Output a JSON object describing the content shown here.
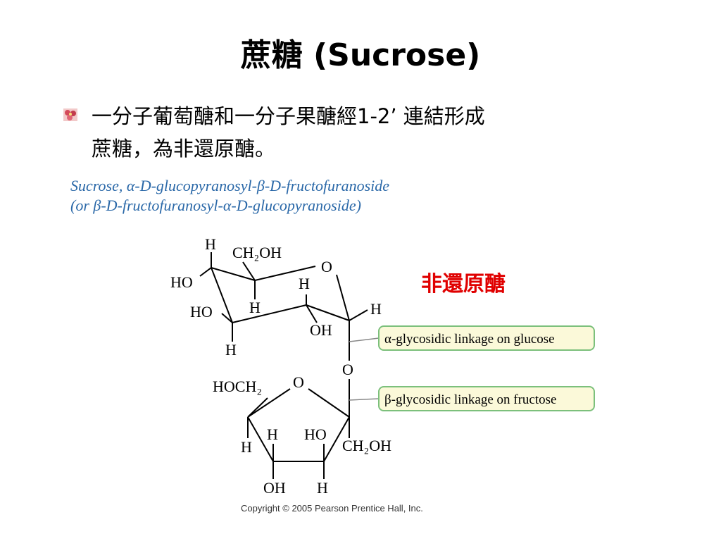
{
  "slide": {
    "title": "蔗糖 (Sucrose)",
    "bullet_line1": "一分子葡萄醣和一分子果醣經1-2’ 連結形成",
    "bullet_line2": "蔗糖，為非還原醣。",
    "name_line1": "Sucrose, α-D-glucopyranosyl-β-D-fructofuranoside",
    "name_line2": "(or β-D-fructofuranosyl-α-D-glucopyranoside)",
    "non_reducing_label": "非還原醣",
    "copyright": "Copyright © 2005 Pearson Prentice Hall, Inc."
  },
  "structure": {
    "atoms": {
      "glc_h_top": "H",
      "glc_ch2oh": "CH₂OH",
      "glc_ring_o": "O",
      "glc_ho_1": "HO",
      "glc_h_mid": "H",
      "glc_h_inner": "H",
      "glc_h_right": "H",
      "glc_ho_2": "HO",
      "glc_oh": "OH",
      "glc_h_bottom": "H",
      "bridge_o": "O",
      "fru_hoch2": "HOCH₂",
      "fru_ring_o": "O",
      "fru_h_left": "H",
      "fru_h_inner": "H",
      "fru_ho": "HO",
      "fru_ch2oh": "CH₂OH",
      "fru_oh": "OH",
      "fru_h_bottom": "H"
    },
    "callouts": {
      "alpha": "α-glycosidic linkage on glucose",
      "beta": "β-glycosidic linkage on fructose"
    },
    "colors": {
      "callout_fill": "#fbf9d9",
      "callout_border": "#7cc07c",
      "name_text": "#2a68a8",
      "highlight_red": "#e00000"
    }
  }
}
